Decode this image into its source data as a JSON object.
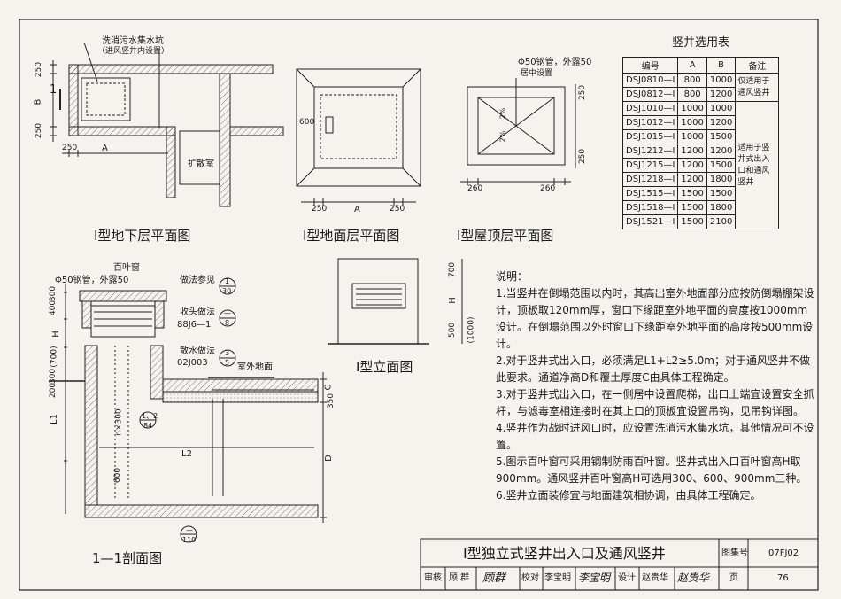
{
  "titles": {
    "basement": "Ⅰ型地下层平面图",
    "ground": "Ⅰ型地面层平面图",
    "roof": "Ⅰ型屋顶层平面图",
    "elevation": "Ⅰ型立面图",
    "section": "1—1剖面图"
  },
  "basement_labels": {
    "sump_line1": "洗消污水集水坑",
    "sump_line2": "（进风竖井内设置）",
    "room": "扩散室",
    "dim_250_top": "250",
    "dim_b": "B",
    "dim_250_bot": "250",
    "dim_250_left": "250",
    "dim_a": "A",
    "mark_1": "1"
  },
  "ground_labels": {
    "dim_600": "600",
    "dim_250_l": "250",
    "dim_a": "A",
    "dim_250_r": "250"
  },
  "roof_labels": {
    "pipe_line1": "Φ50钢管，外露50",
    "pipe_line2": "居中设置",
    "dim_2pct_a": "2%",
    "dim_2pct_b": "2%",
    "dim_250_tr": "250",
    "dim_250_br": "250",
    "dim_260_l": "260",
    "dim_260_r": "260"
  },
  "elevation_labels": {
    "dim_700": "700",
    "dim_h": "H",
    "dim_500": "500",
    "dim_1000": "(1000)"
  },
  "section_labels": {
    "pipe": "Φ50钢管，外露50",
    "louver": "百叶窗",
    "ref1": "做法参见",
    "ref1_top": "1",
    "ref1_bot": "30",
    "ref2": "收头做法",
    "ref2_top": "—",
    "ref2_bot": "8",
    "ref2_code": "88J6—1",
    "ref3": "散水做法",
    "ref3_top": "3",
    "ref3_bot": "5",
    "ref3_code": "02J003",
    "outdoor": "室外地面",
    "ladder_top": "1、2",
    "ladder_bot": "84",
    "ladder_n": "n×300",
    "dim_300": "300",
    "dim_400": "400",
    "dim_h": "H",
    "dim_700": "(700)",
    "dim_300b": "300",
    "dim_200": "200",
    "dim_l1": "L1",
    "dim_l2": "L2",
    "dim_c": "C",
    "dim_350": "350",
    "dim_d": "D",
    "dim_600": "600",
    "ref4_top": "—",
    "ref4_bot": "110"
  },
  "selection_table": {
    "title": "竖井选用表",
    "headers": [
      "编号",
      "A",
      "B",
      "备注"
    ],
    "rows": [
      [
        "DSJ0810—Ⅰ",
        "800",
        "1000"
      ],
      [
        "DSJ0812—Ⅰ",
        "800",
        "1200"
      ],
      [
        "DSJ1010—Ⅰ",
        "1000",
        "1000"
      ],
      [
        "DSJ1012—Ⅰ",
        "1000",
        "1200"
      ],
      [
        "DSJ1015—Ⅰ",
        "1000",
        "1500"
      ],
      [
        "DSJ1212—Ⅰ",
        "1200",
        "1200"
      ],
      [
        "DSJ1215—Ⅰ",
        "1200",
        "1500"
      ],
      [
        "DSJ1218—Ⅰ",
        "1200",
        "1800"
      ],
      [
        "DSJ1515—Ⅰ",
        "1500",
        "1500"
      ],
      [
        "DSJ1518—Ⅰ",
        "1500",
        "1800"
      ],
      [
        "DSJ1521—Ⅰ",
        "1500",
        "2100"
      ]
    ],
    "note1": "仅适用于通风竖井",
    "note2": "适用于竖井式出入口和通风竖井"
  },
  "notes": {
    "heading": "说明：",
    "items": [
      "1.当竖井在倒塌范围以内时，其高出室外地面部分应按防倒塌棚架设计，顶板取120mm厚，窗口下缘距室外地平面的高度按1000mm设计。在倒塌范围以外时窗口下缘距室外地平面的高度按500mm设计。",
      "2.对于竖井式出入口，必须满足L1+L2≥5.0m；对于通风竖井不做此要求。通道净高D和覆土厚度C由具体工程确定。",
      "3.对于竖井式出入口，在一侧居中设置爬梯，出口上端宜设置安全抓杆，与滤毒室相连接时在其上口的顶板宜设置吊钩，见吊钩详图。",
      "4.竖井作为战时进风口时，应设置洗消污水集水坑，其他情况可不设置。",
      "5.图示百叶窗可采用钢制防雨百叶窗。竖井式出入口百叶窗高H取900mm。通风竖井百叶窗高H可选用300、600、900mm三种。",
      "6.竖井立面装修宜与地面建筑相协调，由具体工程确定。"
    ]
  },
  "title_block": {
    "main_title": "Ⅰ型独立式竖井出入口及通风竖井",
    "atlas_label": "图集号",
    "atlas_no": "07FJ02",
    "review_label": "审核",
    "review_name": "顾 群",
    "review_sig": "顾群",
    "check_label": "校对",
    "check_name": "李宝明",
    "check_sig": "李宝明",
    "design_label": "设计",
    "design_name": "赵贵华",
    "design_sig": "赵贵华",
    "page_label": "页",
    "page_no": "76"
  }
}
